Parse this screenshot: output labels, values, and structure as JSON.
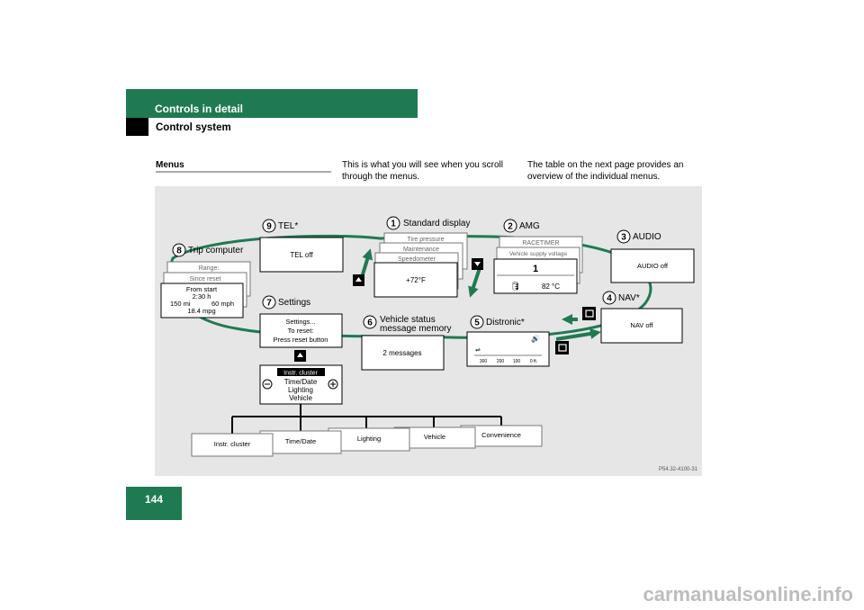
{
  "header": {
    "title": "Controls in detail",
    "subtitle": "Control system"
  },
  "section": {
    "heading": "Menus"
  },
  "text": {
    "col1": "This is what you will see when you scroll through the menus.",
    "col2": "The table on the next page provides an overview of the individual menus."
  },
  "figure": {
    "ref": "P54.32-4100-31",
    "nodes": {
      "n1": {
        "num": "1",
        "label": "Standard display"
      },
      "n2": {
        "num": "2",
        "label": "AMG"
      },
      "n3": {
        "num": "3",
        "label": "AUDIO"
      },
      "n4": {
        "num": "4",
        "label": "NAV*"
      },
      "n5": {
        "num": "5",
        "label": "Distronic*"
      },
      "n6": {
        "num": "6",
        "label1": "Vehicle status",
        "label2": "message memory"
      },
      "n7": {
        "num": "7",
        "label": "Settings"
      },
      "n8": {
        "num": "8",
        "label": "Trip computer"
      },
      "n9": {
        "num": "9",
        "label": "TEL*"
      }
    },
    "screens": {
      "tel": "TEL off",
      "std_stack": [
        "Tire pressure",
        "Maintenance",
        "Speedometer"
      ],
      "std_front": "+72°F",
      "amg_stack": [
        "RACETIMER",
        "Vehicle supply voltage"
      ],
      "amg_front_top": "1",
      "amg_front_temp": "82 °C",
      "audio": "AUDIO off",
      "nav": "NAV off",
      "distronic_scale": [
        "300",
        "200",
        "100",
        "0 ft."
      ],
      "vehicle_status": "2 messages",
      "settings": [
        "Settings...",
        "To reset:",
        "Press reset button"
      ],
      "trip_stack": [
        "Range:",
        "Since reset"
      ],
      "trip_front": [
        "From start",
        "2:30 h",
        "150 mi",
        "60 mph",
        "18.4 mpg"
      ],
      "instr": {
        "title": "Instr. cluster",
        "items": [
          "Time/Date",
          "Lighting",
          "Vehicle"
        ]
      },
      "tabs": [
        "Instr. cluster",
        "Time/Date",
        "Lighting",
        "Vehicle",
        "Convenience"
      ]
    }
  },
  "page": {
    "number": "144"
  },
  "watermark": "carmanualsonline.info",
  "colors": {
    "accent": "#1f7a52",
    "figure_bg": "#e6e6e6"
  }
}
